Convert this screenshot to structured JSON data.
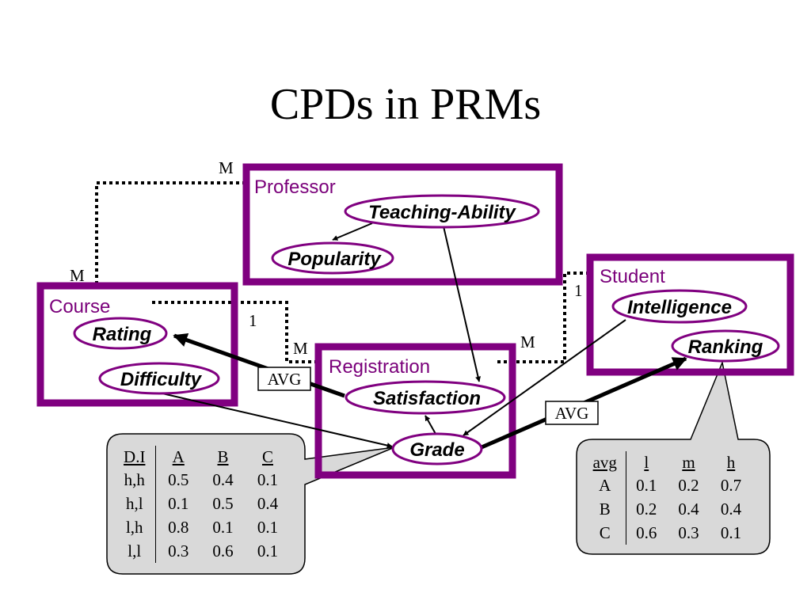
{
  "title": "CPDs in PRMs",
  "colors": {
    "class_border": "#800080",
    "callout_fill": "#d9d9d9"
  },
  "classes": {
    "professor": {
      "name": "Professor",
      "attributes": [
        "Teaching-Ability",
        "Popularity"
      ]
    },
    "course": {
      "name": "Course",
      "attributes": [
        "Rating",
        "Difficulty"
      ]
    },
    "registration": {
      "name": "Registration",
      "attributes": [
        "Satisfaction",
        "Grade"
      ]
    },
    "student": {
      "name": "Student",
      "attributes": [
        "Intelligence",
        "Ranking"
      ]
    }
  },
  "multiplicities": {
    "prof_course_top": "M",
    "prof_course_left": "M",
    "course_reg_one": "1",
    "course_reg_many": "M",
    "student_reg_one": "1",
    "student_reg_many": "M"
  },
  "aggregates": {
    "rating_avg": "AVG",
    "ranking_avg": "AVG"
  },
  "grade_cpd": {
    "header": [
      "D.I",
      "A",
      "B",
      "C"
    ],
    "rows": [
      [
        "h,h",
        "0.5",
        "0.4",
        "0.1"
      ],
      [
        "h,l",
        "0.1",
        "0.5",
        "0.4"
      ],
      [
        "l,h",
        "0.8",
        "0.1",
        "0.1"
      ],
      [
        "l,l",
        "0.3",
        "0.6",
        "0.1"
      ]
    ]
  },
  "ranking_cpd": {
    "header": [
      "avg",
      "l",
      "m",
      "h"
    ],
    "rows": [
      [
        "A",
        "0.1",
        "0.2",
        "0.7"
      ],
      [
        "B",
        "0.2",
        "0.4",
        "0.4"
      ],
      [
        "C",
        "0.6",
        "0.3",
        "0.1"
      ]
    ]
  }
}
